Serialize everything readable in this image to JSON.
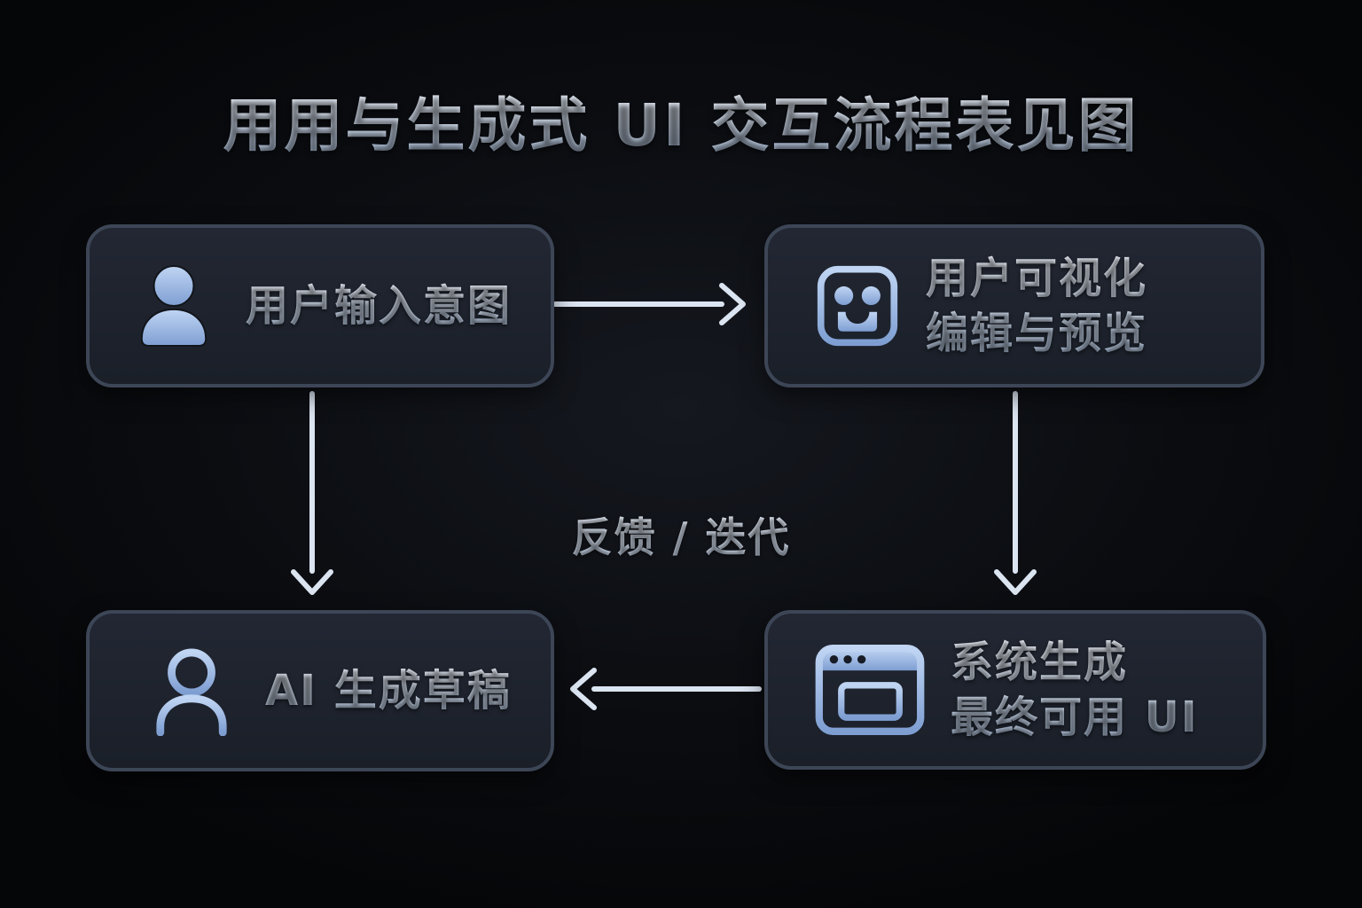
{
  "title": "用用与生成式 UI 交互流程表见图",
  "center_label": "反馈 / 迭代",
  "nodes": [
    {
      "id": "user-input",
      "icon": "user-filled-icon",
      "lines": [
        "用户输入意图"
      ]
    },
    {
      "id": "visual-edit-preview",
      "icon": "bot-face-icon",
      "lines": [
        "用户可视化",
        "编辑与预览"
      ]
    },
    {
      "id": "ai-draft",
      "icon": "user-outline-icon",
      "lines": [
        "AI 生成草稿"
      ]
    },
    {
      "id": "system-final-ui",
      "icon": "browser-window-icon",
      "lines": [
        "系统生成",
        "最终可用 UI"
      ]
    }
  ],
  "edges": [
    {
      "from": "user-input",
      "to": "visual-edit-preview",
      "direction": "right"
    },
    {
      "from": "user-input",
      "to": "ai-draft",
      "direction": "down"
    },
    {
      "from": "visual-edit-preview",
      "to": "system-final-ui",
      "direction": "down"
    },
    {
      "from": "system-final-ui",
      "to": "ai-draft",
      "direction": "left",
      "label": "反馈 / 迭代"
    }
  ],
  "colors": {
    "background": "#0a0c0f",
    "node_fill": "#1d222c",
    "node_border": "#3d4656",
    "icon_blue_light": "#bdd3f2",
    "icon_blue_dark": "#7e9ed2",
    "text_light": "#e9eff8",
    "arrow": "#dbe4f1"
  }
}
